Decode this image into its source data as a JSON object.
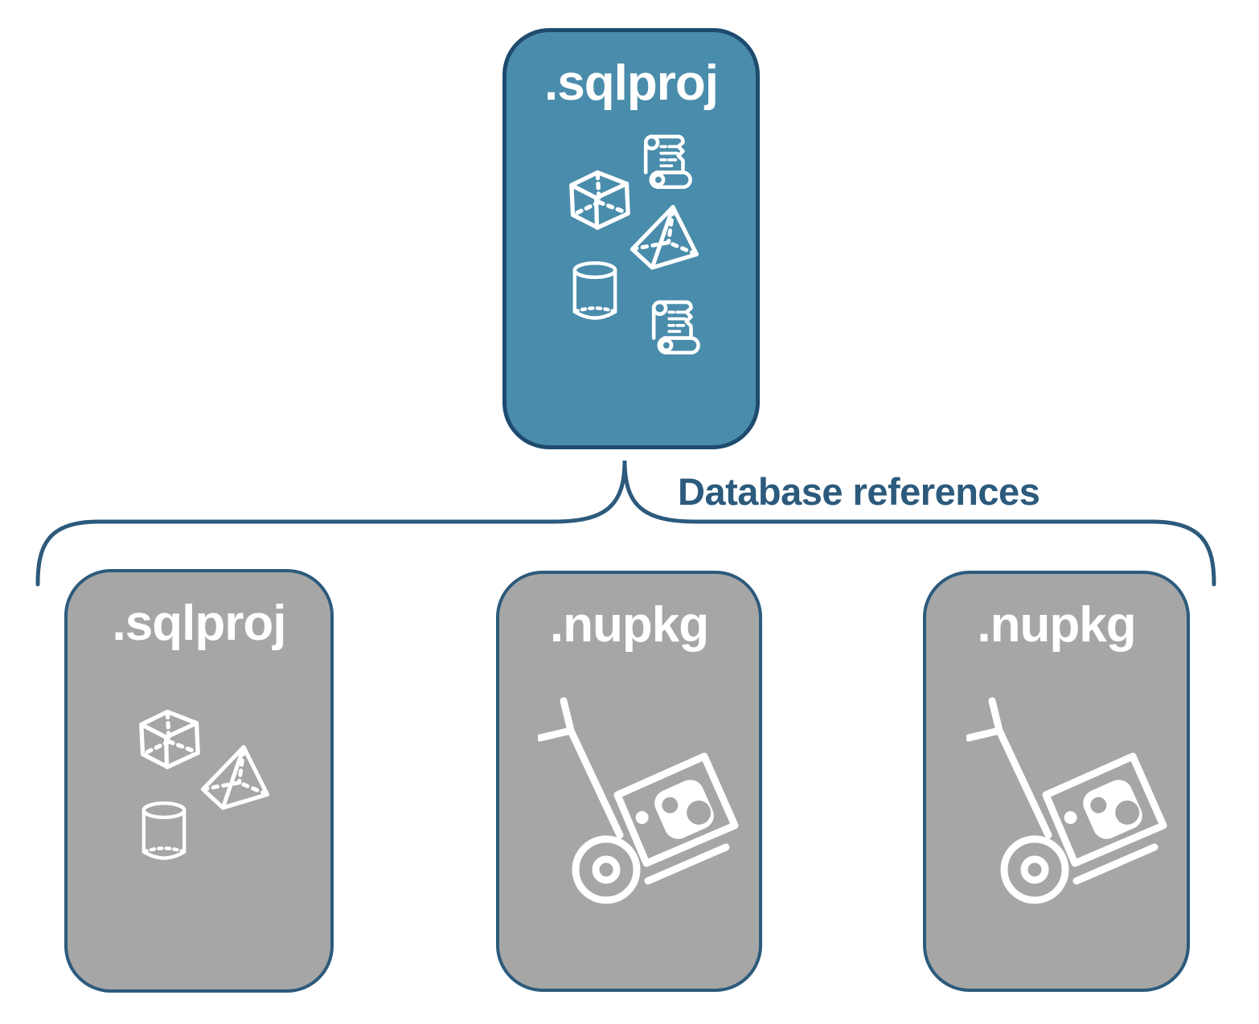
{
  "diagram": {
    "root_node": {
      "label": ".sqlproj",
      "variant": "primary",
      "icons": [
        "scroll-icon",
        "cube-icon",
        "pyramid-icon",
        "cylinder-icon",
        "scroll-icon"
      ]
    },
    "connector_label": "Database references",
    "child_nodes": [
      {
        "label": ".sqlproj",
        "variant": "secondary",
        "icons": [
          "cube-icon",
          "pyramid-icon",
          "cylinder-icon"
        ]
      },
      {
        "label": ".nupkg",
        "variant": "secondary",
        "icons": [
          "package-dolly-icon"
        ]
      },
      {
        "label": ".nupkg",
        "variant": "secondary",
        "icons": [
          "package-dolly-icon"
        ]
      }
    ],
    "colors": {
      "background": "#ffffff",
      "primary_fill": "#4a8cab",
      "primary_border": "#1e4b6e",
      "secondary_fill": "#a6a6a6",
      "secondary_border": "#2c5a7c",
      "connector": "#2c5a7c",
      "label_text": "#2c5a7c",
      "node_text": "#ffffff"
    }
  }
}
